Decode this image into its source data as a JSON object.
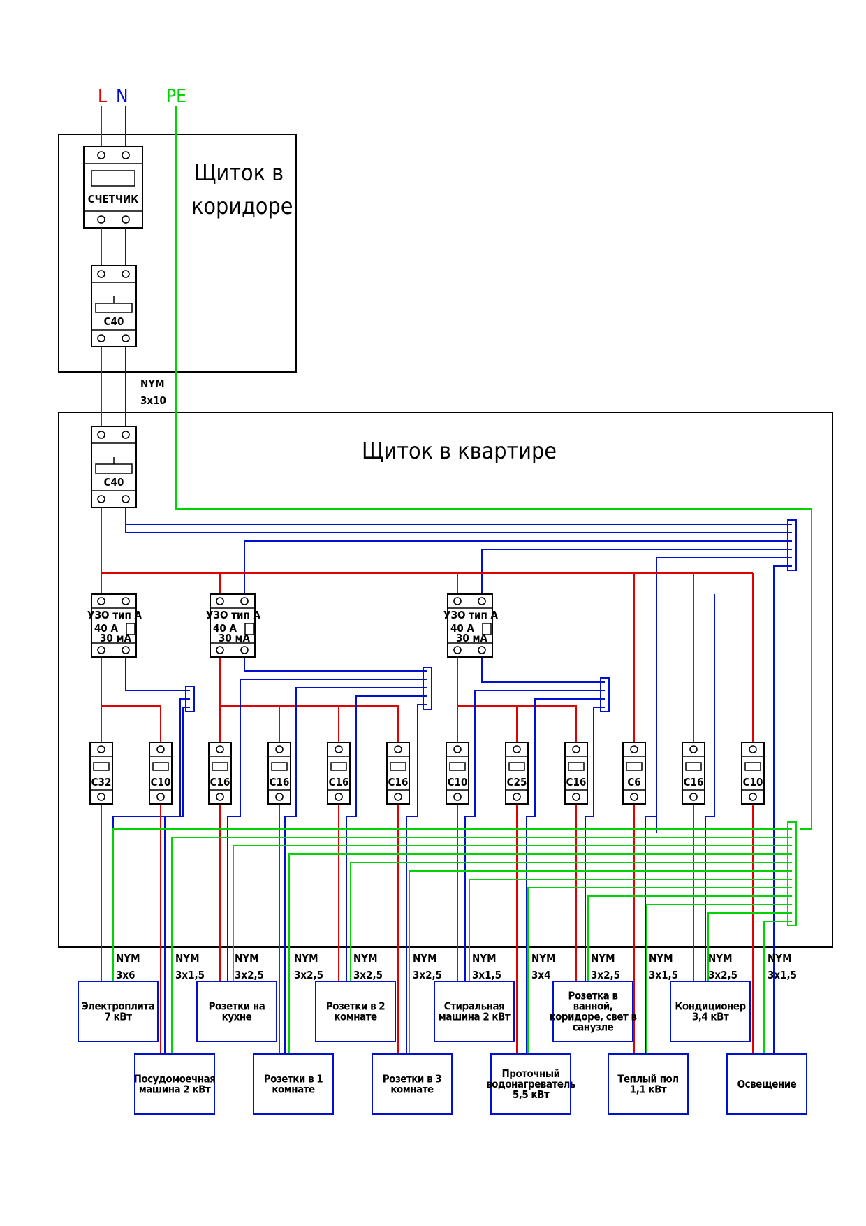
{
  "buses": {
    "L": {
      "label": "L",
      "color": "#e00000"
    },
    "N": {
      "label": "N",
      "color": "#0010d0"
    },
    "PE": {
      "label": "PE",
      "color": "#00d400"
    }
  },
  "panels": {
    "corridor": {
      "title_line1": "Щиток в",
      "title_line2": "коридоре"
    },
    "apartment": {
      "title": "Щиток в квартире"
    }
  },
  "meter": {
    "label": "СЧЕТЧИК"
  },
  "main_breakers": {
    "corridor": {
      "rating": "C40"
    },
    "apartment": {
      "rating": "C40"
    }
  },
  "feed_cable": {
    "type": "NYM",
    "size": "3x10"
  },
  "rcds": [
    {
      "line1": "УЗО тип А",
      "line2": "40 А",
      "line3": "30 мА"
    },
    {
      "line1": "УЗО тип А",
      "line2": "40 А",
      "line3": "30 мА"
    },
    {
      "line1": "УЗО тип А",
      "line2": "40 А",
      "line3": "30 мА"
    }
  ],
  "breakers": [
    "C32",
    "C10",
    "C16",
    "C16",
    "C16",
    "C16",
    "C10",
    "C25",
    "C16",
    "C6",
    "C16",
    "C10"
  ],
  "cables": [
    {
      "type": "NYM",
      "size": "3x6"
    },
    {
      "type": "NYM",
      "size": "3x1,5"
    },
    {
      "type": "NYM",
      "size": "3x2,5"
    },
    {
      "type": "NYM",
      "size": "3x2,5"
    },
    {
      "type": "NYM",
      "size": "3x2,5"
    },
    {
      "type": "NYM",
      "size": "3x2,5"
    },
    {
      "type": "NYM",
      "size": "3x1,5"
    },
    {
      "type": "NYM",
      "size": "3x4"
    },
    {
      "type": "NYM",
      "size": "3x2,5"
    },
    {
      "type": "NYM",
      "size": "3x1,5"
    },
    {
      "type": "NYM",
      "size": "3x2,5"
    },
    {
      "type": "NYM",
      "size": "3x1,5"
    }
  ],
  "loads": [
    {
      "lines": [
        "Электроплита",
        "7 кВт"
      ]
    },
    {
      "lines": [
        "Посудомоечная",
        "машина 2 кВт"
      ]
    },
    {
      "lines": [
        "Розетки на",
        "кухне"
      ]
    },
    {
      "lines": [
        "Розетки в 1",
        "комнате"
      ]
    },
    {
      "lines": [
        "Розетки в 2",
        "комнате"
      ]
    },
    {
      "lines": [
        "Розетки в 3",
        "комнате"
      ]
    },
    {
      "lines": [
        "Стиральная",
        "машина 2 кВт"
      ]
    },
    {
      "lines": [
        "Проточный",
        "водонагреватель",
        "5,5 кВт"
      ]
    },
    {
      "lines": [
        "Розетка в",
        "ванной,",
        "коридоре, свет в",
        "санузле"
      ]
    },
    {
      "lines": [
        "Теплый пол",
        "1,1 кВт"
      ]
    },
    {
      "lines": [
        "Кондиционер",
        "3,4 кВт"
      ]
    },
    {
      "lines": [
        "Освещение"
      ]
    }
  ]
}
